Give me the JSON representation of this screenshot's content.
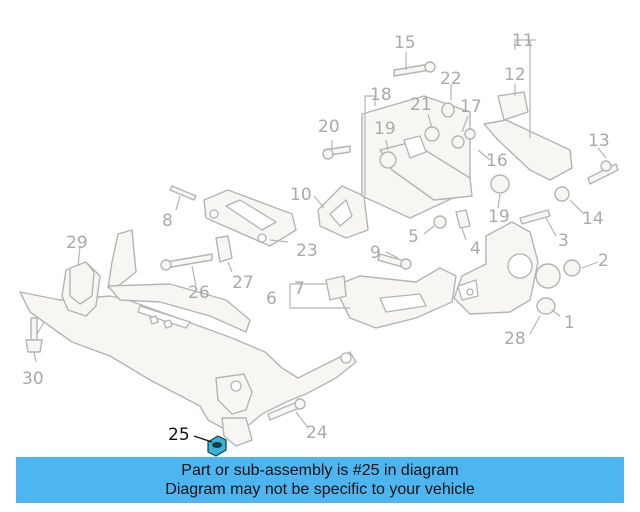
{
  "diagram": {
    "callouts": [
      "1",
      "2",
      "3",
      "4",
      "5",
      "6",
      "7",
      "8",
      "9",
      "10",
      "11",
      "12",
      "13",
      "14",
      "15",
      "16",
      "17",
      "18",
      "19",
      "19",
      "20",
      "21",
      "22",
      "23",
      "24",
      "25",
      "26",
      "27",
      "28",
      "29",
      "30"
    ],
    "selected_callout": "25",
    "highlight_color": "#35b6d8",
    "line_color": "#b4b4b4"
  },
  "banner": {
    "line1": "Part or sub-assembly is #25 in diagram",
    "line2": "Diagram may not be specific to your vehicle",
    "background": "#4db5f0"
  }
}
